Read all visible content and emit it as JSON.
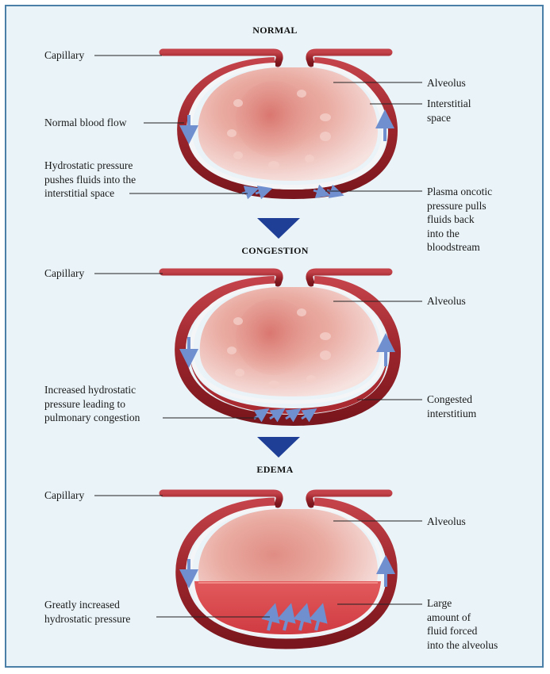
{
  "panels": [
    {
      "heading": "NORMAL",
      "labels": {
        "capillary": "Capillary",
        "blood_flow": "Normal blood flow",
        "hydrostatic": "Hydrostatic pressure\npushes fluids into the\ninterstitial space",
        "alveolus": "Alveolus",
        "interstitial": "Interstitial\nspace",
        "oncotic": "Plasma oncotic\npressure pulls\nfluids back\ninto the\nbloodstream"
      }
    },
    {
      "heading": "CONGESTION",
      "labels": {
        "capillary": "Capillary",
        "hydrostatic": "Increased hydrostatic\npressure leading to\npulmonary congestion",
        "alveolus": "Alveolus",
        "interstitium": "Congested\ninterstitium"
      }
    },
    {
      "heading": "EDEMA",
      "labels": {
        "capillary": "Capillary",
        "hydrostatic": "Greatly increased\nhydrostatic pressure",
        "alveolus": "Alveolus",
        "fluid": "Large\namount of\nfluid forced\ninto the alveolus"
      }
    }
  ],
  "colors": {
    "background": "#e9f3f8",
    "border": "#4a7fa8",
    "capillary": "#8e1f26",
    "capillary_highlight": "#c84a4f",
    "interstitium": "#f3f5f7",
    "alveolus": "#e8a79c",
    "flow_arrow": "#6f8fcf",
    "transition_arrow": "#1f3f96",
    "edema_fluid": "#d9484d"
  },
  "icons": {
    "flow": "arrow-icon",
    "transition": "triangle-down-icon"
  }
}
